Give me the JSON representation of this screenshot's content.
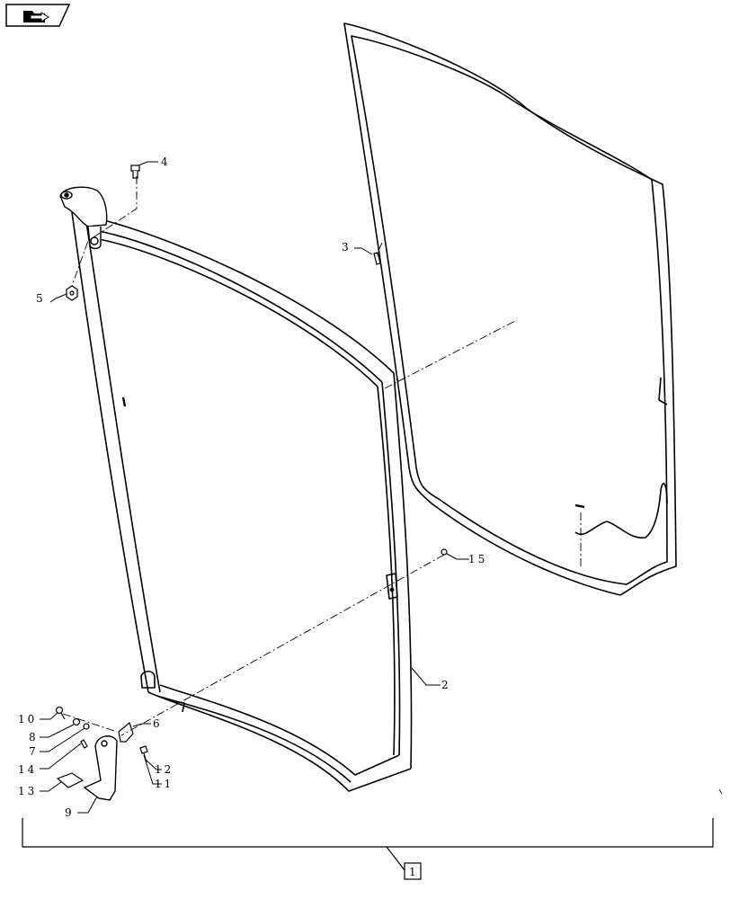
{
  "nav": {
    "icon": "next-page-icon"
  },
  "callouts": {
    "c1": "1",
    "c2": "2",
    "c3": "3",
    "c4": "4",
    "c5": "5",
    "c6": "6",
    "c7": "7",
    "c8": "8",
    "c9": "9",
    "c10": "10",
    "c11": "11",
    "c12": "12",
    "c13": "13",
    "c14": "14",
    "c15": "15"
  }
}
